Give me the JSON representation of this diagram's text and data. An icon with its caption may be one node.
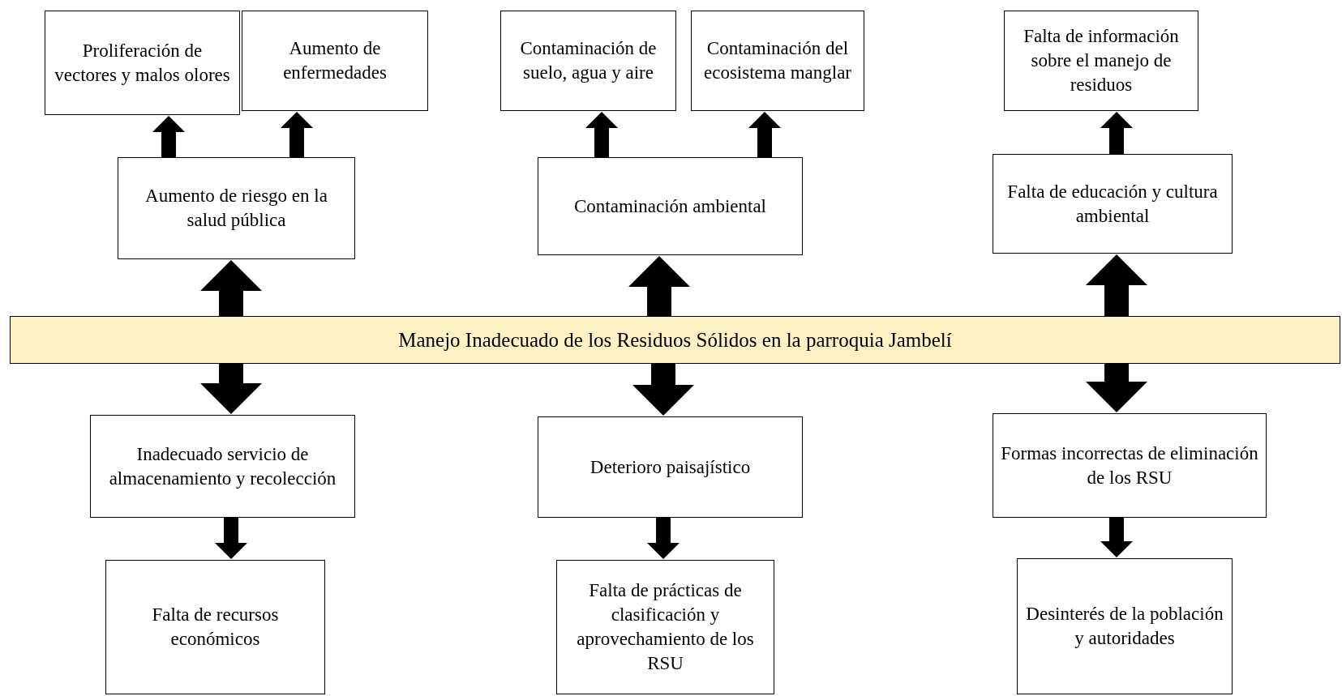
{
  "diagram": {
    "nodes": [
      {
        "text": [
          "Proliferación de vectores y malos olores"
        ]
      },
      {
        "text": [
          "Aumento de enfermedades"
        ]
      },
      {
        "text": [
          "Aumento de riesgo en la salud pública"
        ]
      },
      {
        "text": [
          "Contaminación de suelo, agua y aire"
        ]
      },
      {
        "text": [
          "Contaminación del ecosistema manglar"
        ]
      },
      {
        "text": [
          "Contaminación ambiental"
        ]
      },
      {
        "text": [
          "Falta de información sobre el manejo de residuos"
        ]
      },
      {
        "text": [
          "Falta de educación y cultura ambiental"
        ]
      },
      {
        "text": [
          "Manejo Inadecuado de los Residuos Sólidos en la parroquia Jambelí"
        ]
      },
      {
        "text": [
          "Inadecuado servicio de almacenamiento y recolección"
        ]
      },
      {
        "text": [
          "Falta de recursos económicos"
        ]
      },
      {
        "text": [
          "Deterioro paisajístico"
        ]
      },
      {
        "text": [
          "Falta de prácticas de clasificación y aprovechamiento de los RSU"
        ]
      },
      {
        "text": [
          "Formas incorrectas de eliminación de los RSU"
        ]
      },
      {
        "text": [
          "Desinterés de la población y autoridades"
        ]
      }
    ],
    "edges": [
      {
        "from": 2,
        "to": 0,
        "arrow": "to"
      },
      {
        "from": 2,
        "to": 1,
        "arrow": "to"
      },
      {
        "from": 5,
        "to": 3,
        "arrow": "to"
      },
      {
        "from": 5,
        "to": 4,
        "arrow": "to"
      },
      {
        "from": 7,
        "to": 6,
        "arrow": "to"
      },
      {
        "from": 8,
        "to": 2,
        "arrow": "to"
      },
      {
        "from": 8,
        "to": 5,
        "arrow": "to"
      },
      {
        "from": 8,
        "to": 7,
        "arrow": "to"
      },
      {
        "from": 8,
        "to": 9,
        "arrow": "to"
      },
      {
        "from": 8,
        "to": 11,
        "arrow": "to"
      },
      {
        "from": 8,
        "to": 13,
        "arrow": "to"
      },
      {
        "from": 9,
        "to": 10,
        "arrow": "to"
      },
      {
        "from": 11,
        "to": 12,
        "arrow": "to"
      },
      {
        "from": 13,
        "to": 14,
        "arrow": "to"
      }
    ]
  }
}
